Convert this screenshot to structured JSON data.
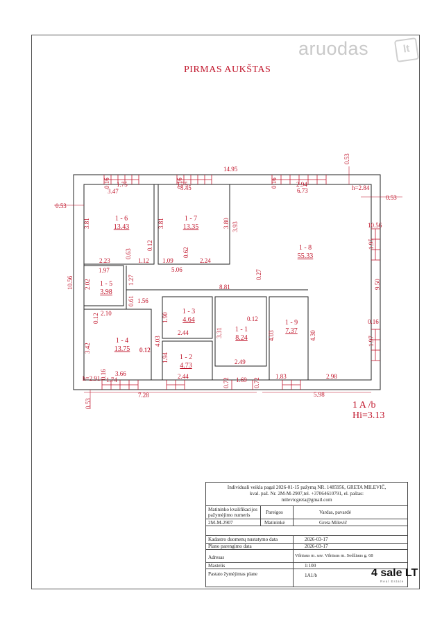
{
  "watermark": {
    "text": "aruodas",
    "badge": "lt"
  },
  "plan": {
    "title": "PIRMAS AUKŠTAS",
    "rooms": [
      {
        "id": "1 - 6",
        "area": "13.43"
      },
      {
        "id": "1 - 7",
        "area": "13.35"
      },
      {
        "id": "1 - 8",
        "area": "55.33"
      },
      {
        "id": "1 - 5",
        "area": "3.98"
      },
      {
        "id": "1 - 3",
        "area": "4.64"
      },
      {
        "id": "1 - 1",
        "area": "8.24"
      },
      {
        "id": "1 - 9",
        "area": "7.37"
      },
      {
        "id": "1 - 4",
        "area": "13.75"
      },
      {
        "id": "1 - 2",
        "area": "4.73"
      }
    ],
    "dimensions": [
      "14.95",
      "3.47",
      "1.75",
      "3.45",
      "1.75",
      "2.94",
      "6.73",
      "0.53",
      "h=2.84",
      "0.53",
      "0.16",
      "0.16",
      "0.16",
      "0.53",
      "3.81",
      "3.81",
      "3.80",
      "3.93",
      "2.23",
      "0.63",
      "0.12",
      "1.12",
      "1.09",
      "0.62",
      "2.24",
      "5.06",
      "1.97",
      "2.02",
      "1.27",
      "0.27",
      "8.81",
      "0.61",
      "1.56",
      "1.95",
      "9.50",
      "10.56",
      "10.56",
      "0.16",
      "1.90",
      "0.12",
      "2.10",
      "0.12",
      "3.42",
      "4.03",
      "0.12",
      "3.31",
      "4.03",
      "4.30",
      "2.44",
      "1.97",
      "2.49",
      "1.94",
      "0.12",
      "2.44",
      "3.66",
      "1.74",
      "1.83",
      "2.98",
      "h=2.91",
      "0.16",
      "0.72",
      "1.69",
      "0.72",
      "0.53",
      "7.28",
      "5.98"
    ],
    "scale_label": "1 A /b",
    "height_label": "Hi=3.13"
  },
  "stamp": {
    "header": [
      "Individuali veikla pagal 2026-01-15 pažymą NR. 1485956, GRETA MILEVIČ,",
      "kval. paž. Nr. 2M-M-2907,tel. +37064610791, el. paštas:",
      "milevicgreta@gmail.com"
    ],
    "cert_label_1": "Matininko kvalifikacijos",
    "cert_label_2": "pažymėjimo numeris",
    "role_label": "Pareigos",
    "name_label": "Vardas, pavardė",
    "cert_number": "2M-M-2907",
    "role_value": "Matininkė",
    "name_value": "Greta Milevič",
    "cadastre_label": "Kadastro duomenų nustatymo data",
    "cadastre_date": "2026-03-17",
    "plan_label": "Plano parengimo data",
    "plan_date": "2026-03-17",
    "address_label": "Adresas",
    "address_value": "Vilniaus m. sav. Vilniaus m. Sodžiaus g. 68",
    "scale_label": "Mastelis",
    "scale_value": "1:100",
    "marking_label": "Pastato žymėjimas plane",
    "marking_value": "1A1/b"
  },
  "brand": {
    "name": "4 sale LT",
    "sub": "Real Estate"
  }
}
